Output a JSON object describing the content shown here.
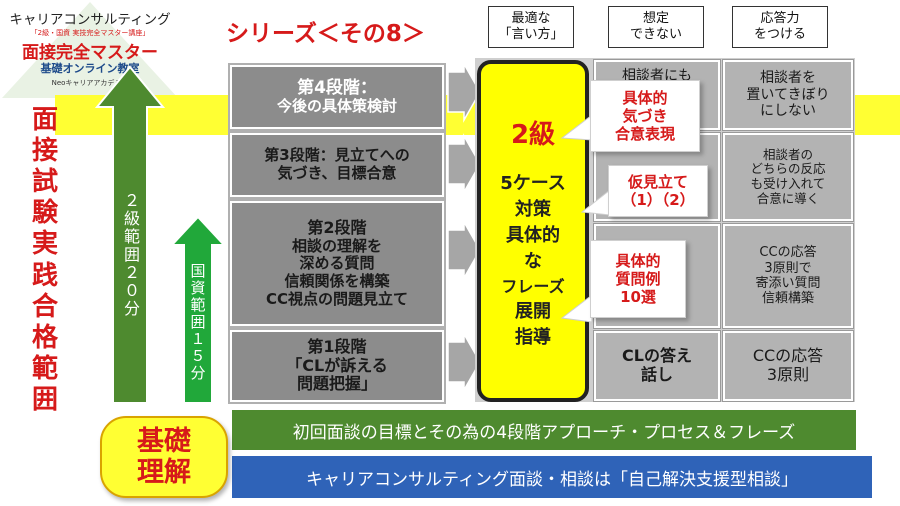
{
  "logo": {
    "line1": "キャリアコンサルティング",
    "line2": "「2級・国資 実技完全マスター講座」",
    "line3": "面接完全マスター",
    "line4": "基礎オンライン教室",
    "line5": "Neoキャリアアカデミー"
  },
  "series_title": "シリーズ＜その8＞",
  "headers": [
    {
      "lines": [
        "最適な",
        "「言い方」"
      ]
    },
    {
      "lines": [
        "想定",
        "できない"
      ]
    },
    {
      "lines": [
        "応答力",
        "をつける"
      ]
    }
  ],
  "left_label": {
    "lines": [
      "面接",
      "試験",
      "実践",
      "合格",
      "範囲"
    ]
  },
  "arrows": {
    "level2": "２級範囲２０分",
    "national": "国資範囲１５分"
  },
  "stages": [
    {
      "lines": [
        "第4段階：",
        "今後の具体策検討"
      ]
    },
    {
      "lines": [
        "第3段階：見立てへの",
        "気づき、目標合意"
      ]
    },
    {
      "lines": [
        "第2段階",
        "相談の理解を",
        "深める質問",
        "信頼関係を構築",
        "CC視点の問題見立て"
      ]
    },
    {
      "lines": [
        "第1段階",
        "「CLが訴える",
        "問題把握」"
      ]
    }
  ],
  "center": {
    "title": "2級",
    "lines": [
      "5ケース",
      "対策",
      "具体的",
      "な",
      "フレーズ",
      "展開",
      "指導"
    ]
  },
  "grid": {
    "col2_top": "相談者にも",
    "col2_r4": [
      "CLの答え",
      "話し"
    ],
    "col3": [
      [
        "相談者を",
        "置いてきぼり",
        "にしない"
      ],
      [
        "相談者の",
        "どちらの反応",
        "も受け入れて",
        "合意に導く"
      ],
      [
        "CCの応答",
        "3原則で",
        "寄添い質問",
        "信頼構築"
      ],
      [
        "CCの応答",
        "3原則"
      ]
    ]
  },
  "callouts": [
    {
      "lines": [
        "具体的",
        "気づき",
        "合意表現"
      ]
    },
    {
      "lines": [
        "仮見立て",
        "（1）（2）"
      ]
    },
    {
      "lines": [
        "具体的",
        "質問例",
        "10選"
      ]
    }
  ],
  "bottom": {
    "kiso": [
      "基礎",
      "理解"
    ],
    "green_bar": "初回面談の目標とその為の4段階アプローチ・プロセス＆フレーズ",
    "blue_bar": "キャリアコンサルティング面談・相談は「自己解決支援型相談」"
  },
  "colors": {
    "accent_red": "#d61a1a",
    "band_yellow": "#ffff33",
    "stage_gray": "#8c8c8c",
    "green": "#4e8a2f",
    "blue": "#2f63b8"
  }
}
